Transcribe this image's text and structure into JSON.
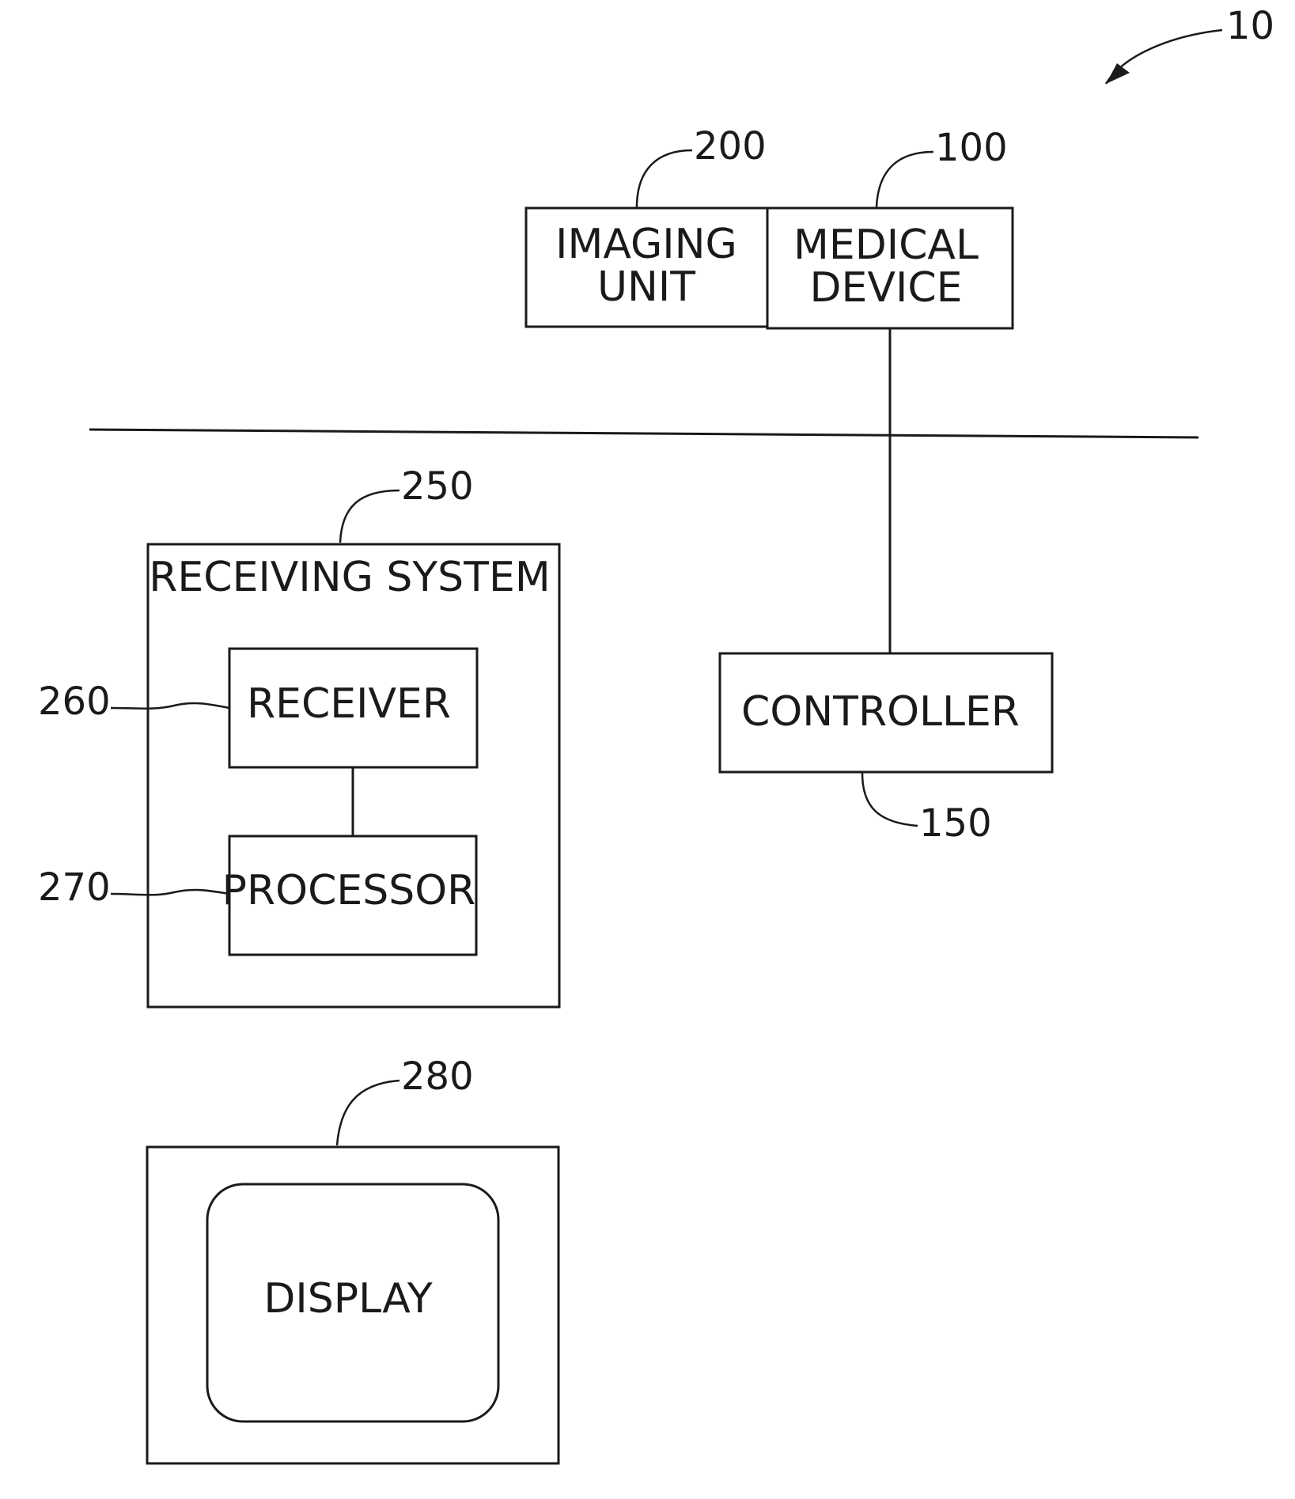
{
  "figure_ref": "10",
  "imaging_unit": {
    "ref": "200",
    "line1": "IMAGING",
    "line2": "UNIT"
  },
  "medical_device": {
    "ref": "100",
    "line1": "MEDICAL",
    "line2": "DEVICE"
  },
  "receiving_system": {
    "ref": "250",
    "title": "RECEIVING  SYSTEM"
  },
  "receiver": {
    "ref": "260",
    "label": "RECEIVER"
  },
  "processor": {
    "ref": "270",
    "label": "PROCESSOR"
  },
  "controller": {
    "ref": "150",
    "label": "CONTROLLER"
  },
  "display": {
    "ref": "280",
    "label": "DISPLAY"
  }
}
